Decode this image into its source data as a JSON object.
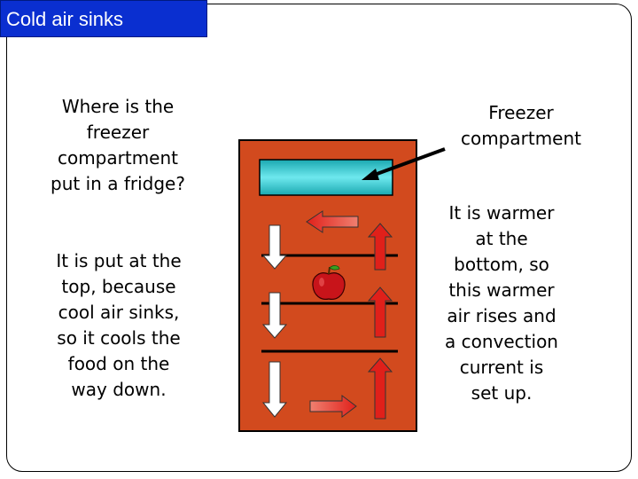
{
  "title": "Cold air sinks",
  "question": [
    "Where is the",
    "freezer",
    "compartment",
    "put in a fridge?"
  ],
  "answer": [
    "It is put at the",
    "top, because",
    "cool air sinks,",
    "so it cools the",
    "food on the",
    "way down."
  ],
  "freezer_label": [
    "Freezer",
    "compartment"
  ],
  "explanation": [
    "It is warmer",
    "at the",
    "bottom, so",
    "this warmer",
    "air rises and",
    "a convection",
    "current is",
    "set up."
  ],
  "colors": {
    "title_bg": "#0a2fd0",
    "fridge_body": "#d24a1e",
    "freezer": "#38c8d0",
    "warm_arrow": "#e0201a",
    "cold_arrow": "#ffffff"
  },
  "icons": [
    "apple-icon"
  ]
}
